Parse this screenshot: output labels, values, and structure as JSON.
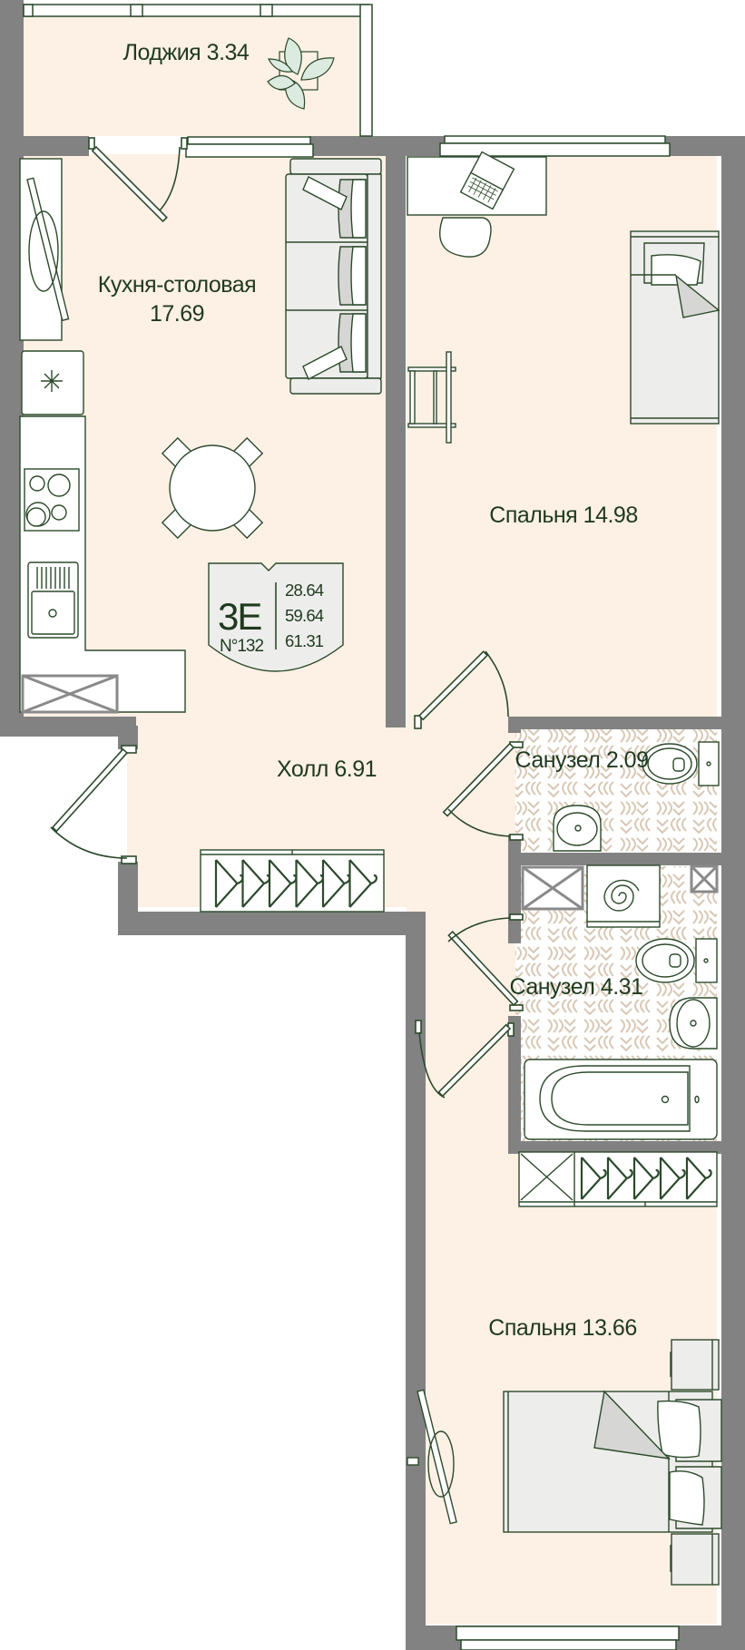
{
  "colors": {
    "wall": "#828282",
    "floor": "#fdf0e4",
    "outline": "#2c4a2c",
    "text": "#1f3a1f",
    "furniture_fill": "#ffffff",
    "furniture_grey": "#ededeb",
    "tile_pattern": "#d8c7b4",
    "badge_fill": "#ededeb"
  },
  "rooms": [
    {
      "id": "loggia",
      "name": "Лоджия",
      "area": "3.34"
    },
    {
      "id": "kitchen",
      "name": "Кухня-столовая",
      "area": "17.69"
    },
    {
      "id": "bedroom1",
      "name": "Спальня",
      "area": "14.98"
    },
    {
      "id": "hall",
      "name": "Холл",
      "area": "6.91"
    },
    {
      "id": "bathroom1",
      "name": "Санузел",
      "area": "2.09"
    },
    {
      "id": "bathroom2",
      "name": "Санузел",
      "area": "4.31"
    },
    {
      "id": "bedroom2",
      "name": "Спальня",
      "area": "13.66"
    }
  ],
  "apartment": {
    "type": "3E",
    "number": "N°132",
    "living_area": "28.64",
    "total_area": "59.64",
    "total_area_with_loggia": "61.31"
  },
  "furniture_icons": [
    "plant-icon",
    "sofa-icon",
    "tv-icon",
    "fridge-icon",
    "stove-icon",
    "sink-icon",
    "dining-table-icon",
    "desk-icon",
    "laptop-icon",
    "chair-icon",
    "single-bed-icon",
    "drying-rack-icon",
    "toilet-icon",
    "washbasin-icon",
    "washing-machine-icon",
    "bathtub-icon",
    "wardrobe-icon",
    "hanger-icon",
    "double-bed-icon",
    "nightstand-icon"
  ]
}
